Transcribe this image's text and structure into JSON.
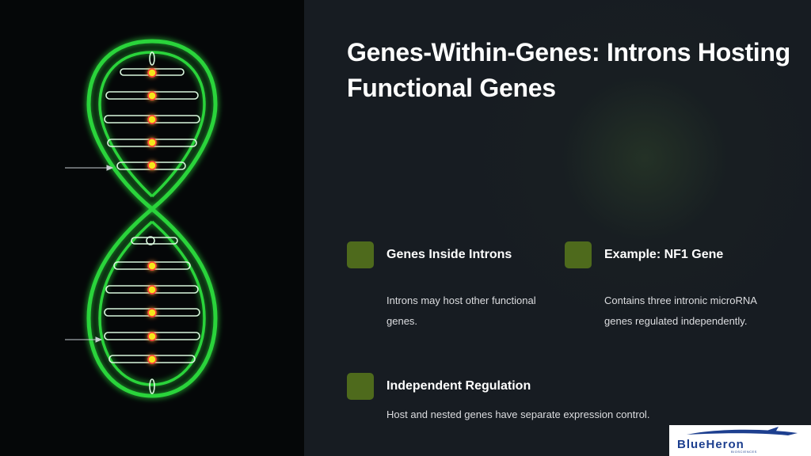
{
  "slide": {
    "title": "Genes-Within-Genes: Introns Hosting Functional Genes"
  },
  "cards": [
    {
      "title": "Genes Inside Introns",
      "description": "Introns may host other functional genes.",
      "icon": "green-square-icon"
    },
    {
      "title": "Example: NF1 Gene",
      "description": "Contains three intronic microRNA genes regulated independently.",
      "icon": "green-square-icon"
    },
    {
      "title": "Independent Regulation",
      "description": "Host and nested genes have separate expression control.",
      "icon": "green-square-icon"
    }
  ],
  "logo": {
    "text": "BlueHeron",
    "subtext": "BIOSCIENCES"
  },
  "colors": {
    "helix_glow": "#2bd43a",
    "node_yellow": "#f4e81c",
    "accent_green": "#4e6a1c",
    "panel_dark": "#171c22"
  }
}
